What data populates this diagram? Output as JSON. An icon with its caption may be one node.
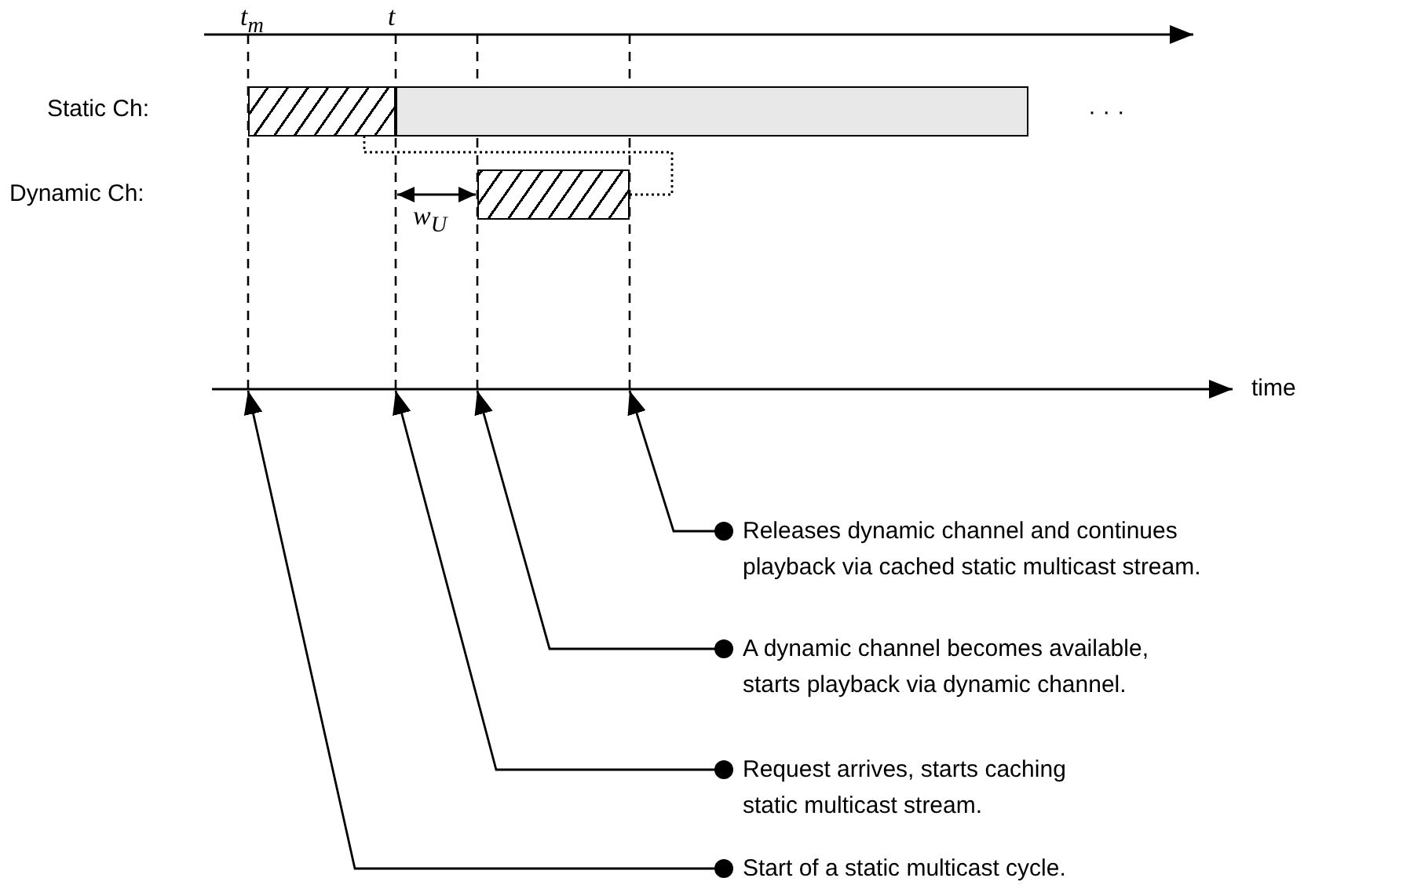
{
  "diagram": {
    "nodes": [
      {
        "text": [],
        "shape": "bar"
      },
      {
        "text": [],
        "shape": "bar"
      },
      {
        "text": [],
        "shape": "bar"
      },
      {
        "text": [
          "Releases dynamic channel and continues playback via cached static multicast stream."
        ]
      },
      {
        "text": [
          "A dynamic channel becomes available, starts playback via dynamic channel."
        ]
      },
      {
        "text": [
          "Request arrives, starts caching static multicast stream."
        ]
      },
      {
        "text": [
          "Start of a static multicast cycle."
        ]
      }
    ],
    "edges": [
      {
        "from": 2,
        "to": 0,
        "arrow": "to",
        "style": "dashed"
      },
      {
        "from": 3,
        "to": null,
        "arrow": "to"
      },
      {
        "from": 4,
        "to": null,
        "arrow": "to"
      },
      {
        "from": 5,
        "to": null,
        "arrow": "to"
      },
      {
        "from": 6,
        "to": null,
        "arrow": "to"
      }
    ],
    "labels": [
      "t$_{m}$",
      "t",
      "Static Ch:",
      "· · ·",
      "Dynamic Ch:",
      "w$_{U}$",
      "time"
    ]
  }
}
